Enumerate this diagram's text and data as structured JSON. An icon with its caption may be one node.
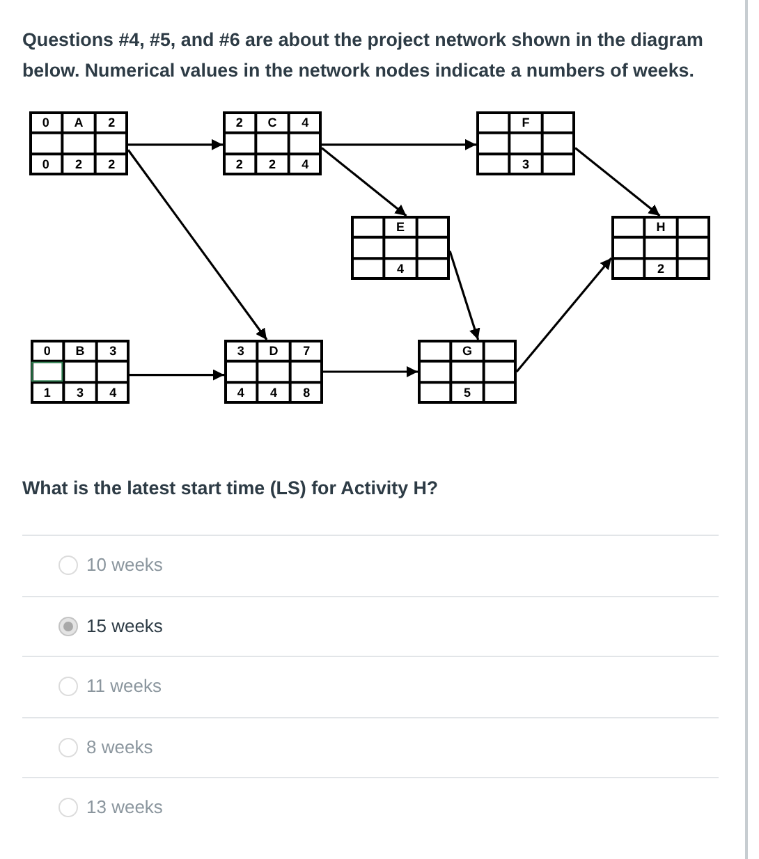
{
  "diagram": {
    "nodes": [
      {
        "text": [
          "0",
          "A",
          "2",
          "0",
          "2",
          "2"
        ]
      },
      {
        "text": [
          "2",
          "C",
          "4",
          "2",
          "2",
          "4"
        ]
      },
      {
        "text": [
          "F",
          "3"
        ]
      },
      {
        "text": [
          "E",
          "4"
        ]
      },
      {
        "text": [
          "H",
          "2"
        ]
      },
      {
        "text": [
          "0",
          "B",
          "3",
          "1",
          "3",
          "4"
        ]
      },
      {
        "text": [
          "3",
          "D",
          "7",
          "4",
          "4",
          "8"
        ]
      },
      {
        "text": [
          "G",
          "5"
        ]
      }
    ],
    "edges": [
      {
        "from": 0,
        "to": 1,
        "arrow": "to"
      },
      {
        "from": 0,
        "to": 6,
        "arrow": "to"
      },
      {
        "from": 1,
        "to": 2,
        "arrow": "to"
      },
      {
        "from": 1,
        "to": 3,
        "arrow": "to"
      },
      {
        "from": 2,
        "to": 4,
        "arrow": "to"
      },
      {
        "from": 3,
        "to": 7,
        "arrow": "to"
      },
      {
        "from": 7,
        "to": 4,
        "arrow": "to"
      },
      {
        "from": 5,
        "to": 6,
        "arrow": "to"
      },
      {
        "from": 6,
        "to": 7,
        "arrow": "to"
      }
    ],
    "labels": [
      "Questions #4, #5, and #6 are about the project network shown in the diagram below. Numerical values in the network nodes indicate a numbers of weeks.",
      "What is the latest start time (LS) for Activity H?",
      "10 weeks",
      "15 weeks",
      "11 weeks",
      "8 weeks",
      "13 weeks"
    ]
  }
}
